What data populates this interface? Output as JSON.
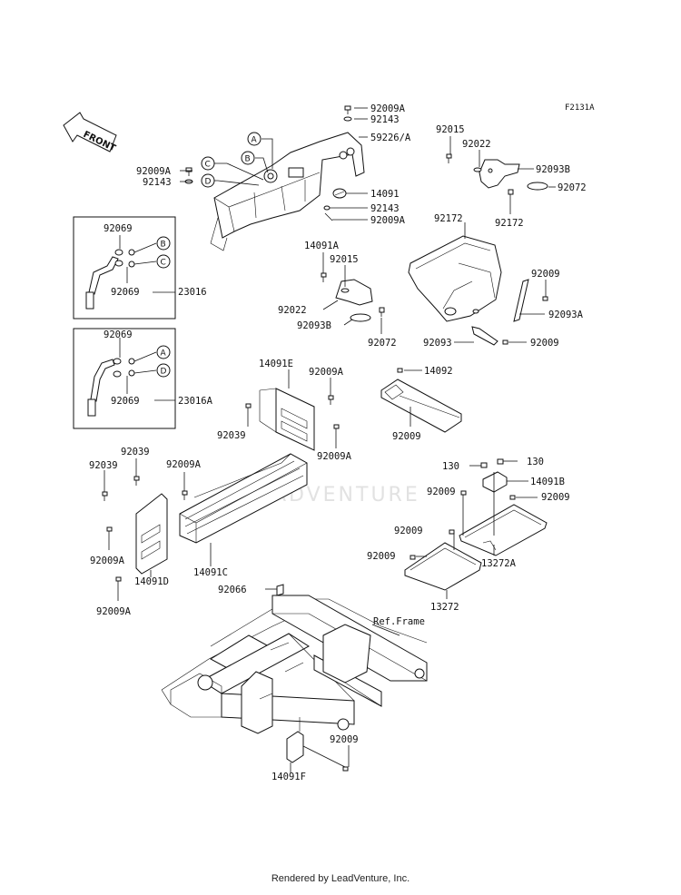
{
  "diagram_code": "F2131A",
  "front_label": "FRONT",
  "ref_label": "Ref.Frame",
  "watermark": "ADVENTURE",
  "credit": "Rendered by LeadVenture, Inc.",
  "callouts": [
    "A",
    "B",
    "C",
    "D"
  ],
  "labels": [
    "92009A",
    "92143",
    "59226/A",
    "92009A",
    "92143",
    "14091",
    "92143",
    "92009A",
    "92015",
    "92022",
    "92093B",
    "92072",
    "92172",
    "92069",
    "92069",
    "23016",
    "92069",
    "92069",
    "23016A",
    "14091A",
    "92015",
    "92022",
    "92093B",
    "92072",
    "92172",
    "92009",
    "92093A",
    "92093",
    "92009",
    "14091E",
    "92009A",
    "92039",
    "92009A",
    "14092",
    "92009",
    "92039",
    "92039",
    "92009A",
    "92009A",
    "92009A",
    "14091D",
    "14091C",
    "130",
    "130",
    "14091B",
    "92009",
    "92009",
    "92009",
    "92009",
    "13272A",
    "13272",
    "92066",
    "92009",
    "14091F"
  ]
}
